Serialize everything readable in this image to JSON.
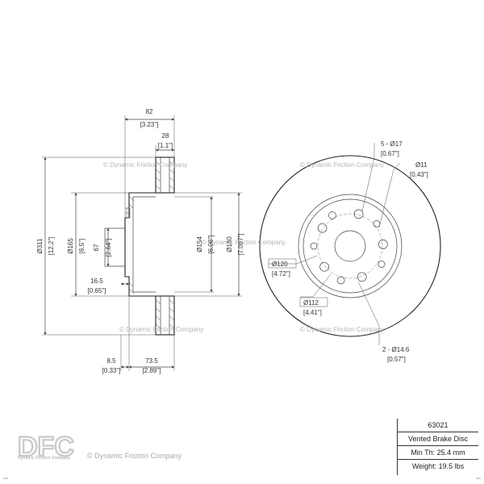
{
  "watermark": "© Dynamic Friction Company",
  "side_view": {
    "overall_width": {
      "mm": "82",
      "in": "[3.23\"]"
    },
    "hat_width": {
      "mm": "28",
      "in": "[1.1\"]"
    },
    "rotor_diameter": {
      "mm": "Ø311",
      "in": "[12.2\"]"
    },
    "hat_diameter": {
      "mm": "Ø165",
      "in": "[6.5\"]"
    },
    "center_bore": {
      "mm": "67",
      "in": "[2.64\"]"
    },
    "hub_diameter": {
      "mm": "Ø154",
      "in": "[6.06\"]"
    },
    "inner_diameter": {
      "mm": "Ø180",
      "in": "[7.087\"]"
    },
    "disc_thickness": {
      "mm": "16.5",
      "in": "[0.65\"]"
    },
    "hat_offset": {
      "mm": "8.5",
      "in": "[0.33\"]"
    },
    "overall_height": {
      "mm": "73.5",
      "in": "[2.89\"]"
    }
  },
  "front_view": {
    "bolt_holes": {
      "mm": "5 - Ø17",
      "in": "[0.67\"]"
    },
    "small_hole": {
      "mm": "Ø11",
      "in": "[0.43\"]"
    },
    "hub_pilot": {
      "mm": "Ø120",
      "in": "[4.72\"]"
    },
    "bolt_circle": {
      "mm": "Ø112",
      "in": "[4.41\"]"
    },
    "locator_holes": {
      "mm": "2 - Ø14.6",
      "in": "[0.57\"]"
    }
  },
  "logo": {
    "text": "DFC",
    "caption": "Dynamic Friction Company"
  },
  "spec": {
    "part_number": "63021",
    "type": "Vented Brake Disc",
    "min_thickness": "Min Th: 25.4 mm",
    "weight": "Weight: 19.5 lbs"
  }
}
